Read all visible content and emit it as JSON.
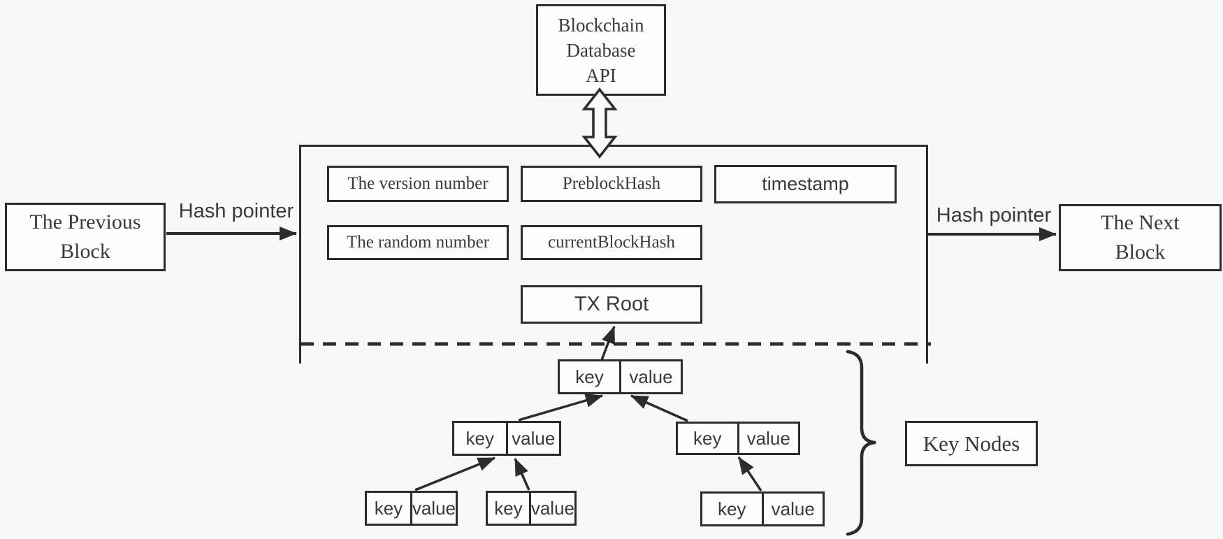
{
  "api_box": {
    "line1": "Blockchain",
    "line2": "Database",
    "line3": "API"
  },
  "previous_block": {
    "line1": "The Previous",
    "line2": "Block"
  },
  "next_block": {
    "line1": "The Next",
    "line2": "Block"
  },
  "hash_pointer_left": {
    "label": "Hash pointer"
  },
  "hash_pointer_right": {
    "label": "Hash pointer"
  },
  "block": {
    "version": "The version number",
    "preblock_hash": "PreblockHash",
    "timestamp": "timestamp",
    "random": "The random number",
    "current_block_hash": "currentBlockHash",
    "tx_root": "TX Root"
  },
  "tree": {
    "root": {
      "key": "key",
      "value": "value"
    },
    "mid_left": {
      "key": "key",
      "value": "value"
    },
    "mid_right": {
      "key": "key",
      "value": "value"
    },
    "bottom_left": {
      "key": "key",
      "value": "value"
    },
    "bottom_mid": {
      "key": "key",
      "value": "value"
    },
    "bottom_right": {
      "key": "key",
      "value": "value"
    }
  },
  "key_nodes": {
    "label": "Key Nodes"
  },
  "colors": {
    "background": "#f7f8f8",
    "line": "#2c2c2c",
    "text": "#3a3a3a",
    "box_fill": "#fdfdfe"
  }
}
